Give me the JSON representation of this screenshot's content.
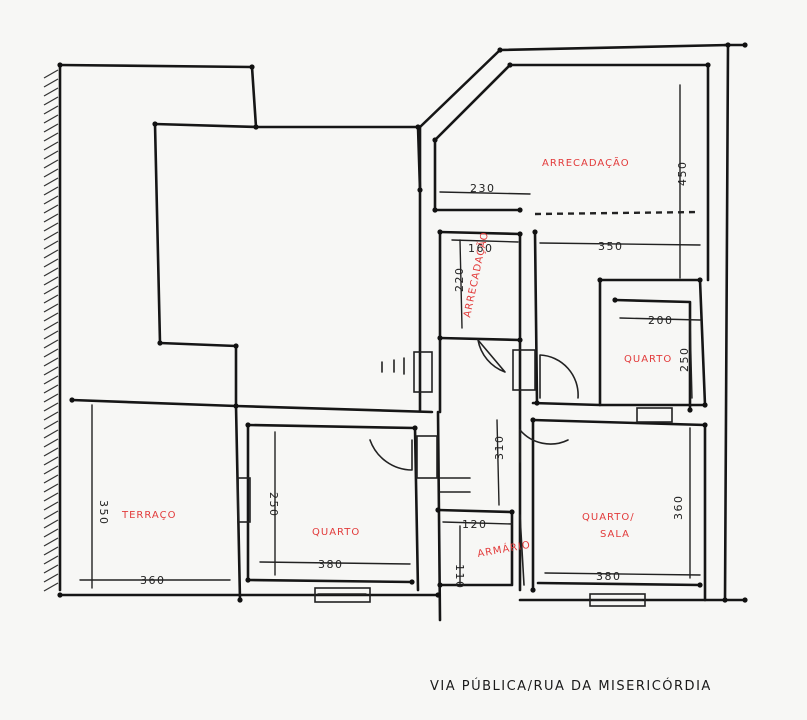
{
  "rooms": {
    "arrecadacao_top": "ARRECADAÇÃO",
    "arrecadacao_small": "ARRECADAÇÃO",
    "quarto_right": "QUARTO",
    "terraco": "TERRAÇO",
    "quarto_center": "QUARTO",
    "armario": "ARMÁRIO",
    "quarto_sala": [
      "QUARTO/",
      "SALA"
    ]
  },
  "dimensions": {
    "d230": "230",
    "d450": "450",
    "d350_top": "350",
    "d160": "160",
    "d220": "220",
    "d200": "200",
    "d250": "250",
    "d310": "310",
    "d350_left": "350",
    "d250_center": "250",
    "d380_center": "380",
    "d120": "120",
    "d110": "110",
    "d360_right": "360",
    "d380_right": "380",
    "d360_bottom": "360"
  },
  "street": "VIA PÚBLICA/RUA DA MISERICÓRDIA"
}
